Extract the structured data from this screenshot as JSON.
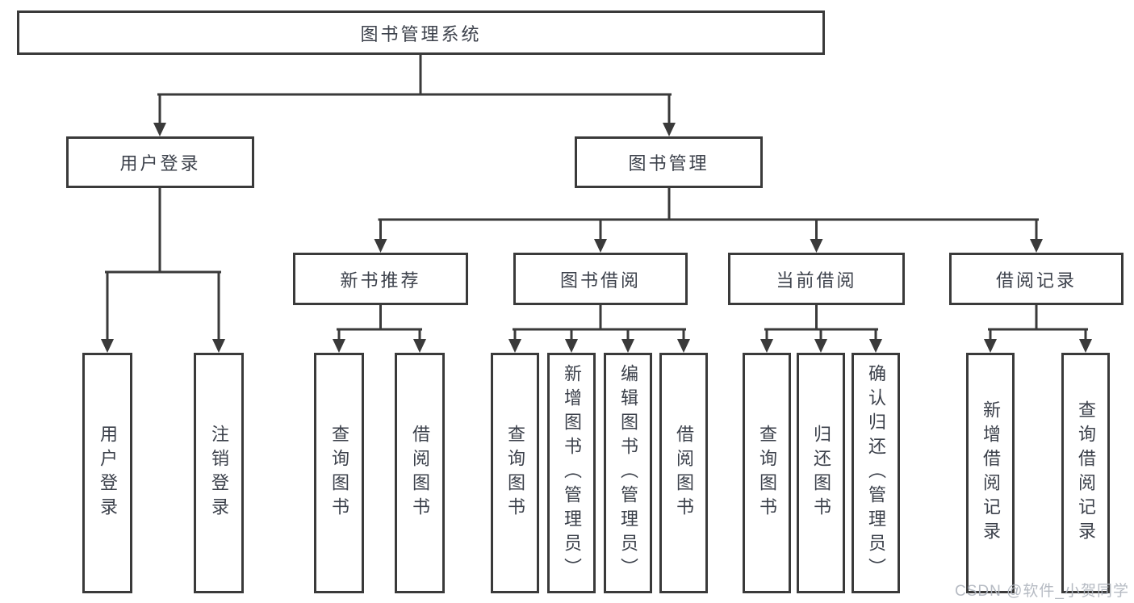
{
  "diagram": {
    "root": {
      "label": "图书管理系统"
    },
    "branches": [
      {
        "label": "用户登录",
        "children": [
          {
            "label": "用户登录"
          },
          {
            "label": "注销登录"
          }
        ]
      },
      {
        "label": "图书管理",
        "children": [
          {
            "label": "新书推荐",
            "children": [
              {
                "label": "查询图书"
              },
              {
                "label": "借阅图书"
              }
            ]
          },
          {
            "label": "图书借阅",
            "children": [
              {
                "label": "查询图书"
              },
              {
                "label": "新增图书（管理员）"
              },
              {
                "label": "编辑图书（管理员）"
              },
              {
                "label": "借阅图书"
              }
            ]
          },
          {
            "label": "当前借阅",
            "children": [
              {
                "label": "查询图书"
              },
              {
                "label": "归还图书"
              },
              {
                "label": "确认归还（管理员）"
              }
            ]
          },
          {
            "label": "借阅记录",
            "children": [
              {
                "label": "新增借阅记录"
              },
              {
                "label": "查询借阅记录"
              }
            ]
          }
        ]
      }
    ]
  },
  "watermark": {
    "text": "CSDN @软件_小贺同学"
  },
  "colors": {
    "line": "#3a3a3a",
    "text": "#3c414b",
    "watermark": "#b0b5be",
    "background": "#ffffff"
  }
}
